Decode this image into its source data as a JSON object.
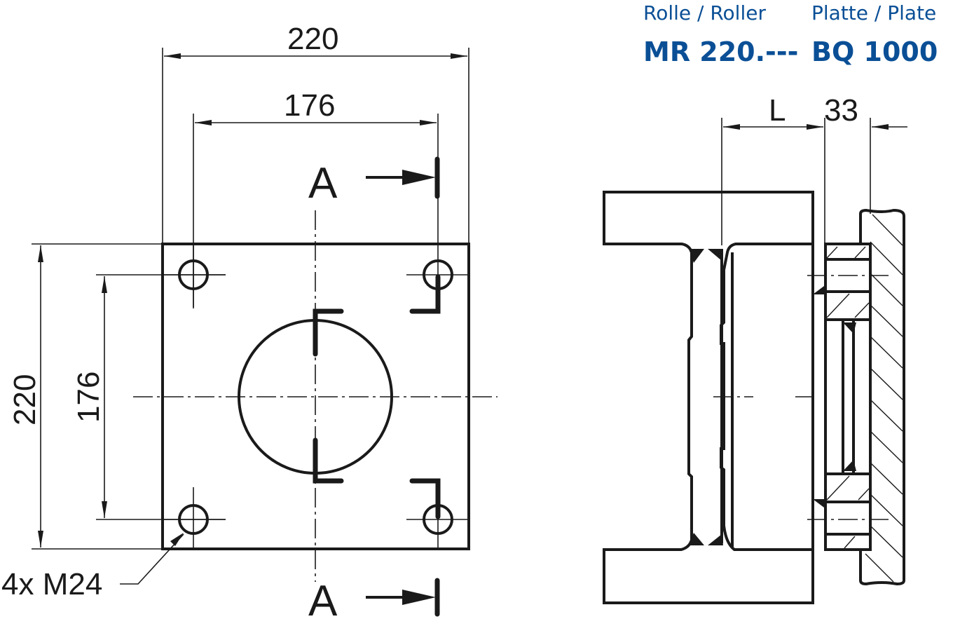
{
  "header": {
    "roller_label": "Rolle / Roller",
    "plate_label": "Platte / Plate",
    "roller_code": "MR 220.---",
    "plate_code": "BQ 1000",
    "brand_color": "#0a4f96"
  },
  "front_view": {
    "width_outer": "220",
    "width_holes": "176",
    "height_outer": "220",
    "height_holes": "176",
    "thread_callout": "4x M24",
    "section_label_top": "A",
    "section_label_bottom": "A"
  },
  "side_view": {
    "dim_length": "L",
    "dim_plate": "33"
  },
  "colors": {
    "line": "#1a1a1a",
    "background": "#ffffff",
    "title": "#0a4f96"
  }
}
